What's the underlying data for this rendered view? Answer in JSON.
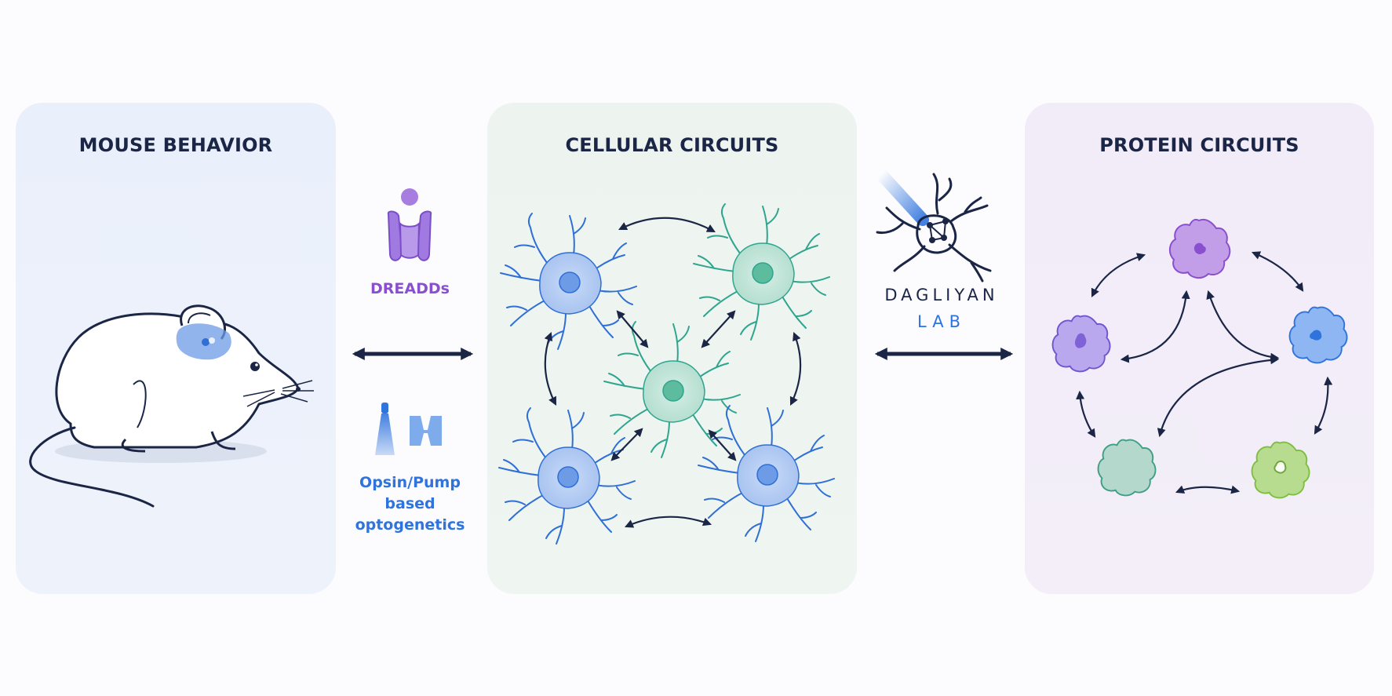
{
  "panels": {
    "mouse": {
      "title": "MOUSE BEHAVIOR"
    },
    "cells": {
      "title": "CELLULAR CIRCUITS"
    },
    "protein": {
      "title": "PROTEIN CIRCUITS"
    }
  },
  "tools": {
    "dreadds": {
      "label": "DREADDs"
    },
    "optogenetics": {
      "line1": "Opsin/Pump",
      "line2": "based",
      "line3": "optogenetics"
    }
  },
  "logo": {
    "name": "DAGLIYAN",
    "sub": "LAB"
  },
  "colors": {
    "navy": "#1b2545",
    "purple": "#8a4fcf",
    "blue": "#2f73dd",
    "teal": "#2fa58e",
    "green": "#7fbf3f"
  },
  "icons": [
    "mouse-icon",
    "dreadd-receptor-icon",
    "opsin-pump-icon",
    "neuron-icon",
    "protein-blob-icon",
    "lab-logo-neuron-icon"
  ]
}
